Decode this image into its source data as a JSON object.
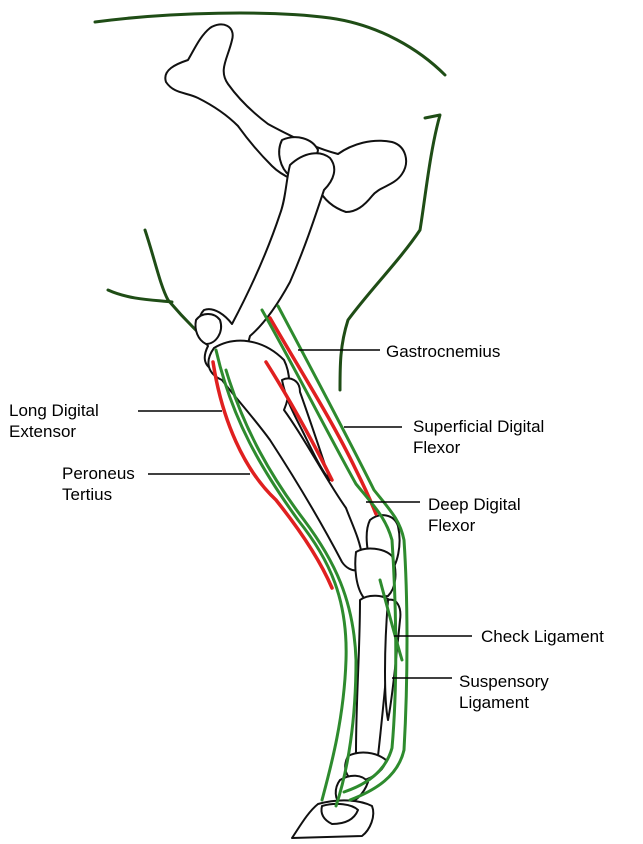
{
  "colors": {
    "extensor": "#e02020",
    "flexor": "#2e8b2e",
    "bone_stroke": "#111111",
    "body_outline": "#1f4d16"
  },
  "labels": {
    "gastrocnemius": "Gastrocnemius",
    "superficial_digital_flexor": [
      "Superficial Digital",
      "Flexor"
    ],
    "deep_digital_flexor": [
      "Deep Digital",
      "Flexor"
    ],
    "check_ligament": "Check Ligament",
    "suspensory_ligament": [
      "Suspensory",
      "Ligament"
    ],
    "long_digital_extensor": [
      "Long Digital",
      "Extensor"
    ],
    "peroneus_tertius": [
      "Peroneus",
      "Tertius"
    ]
  }
}
